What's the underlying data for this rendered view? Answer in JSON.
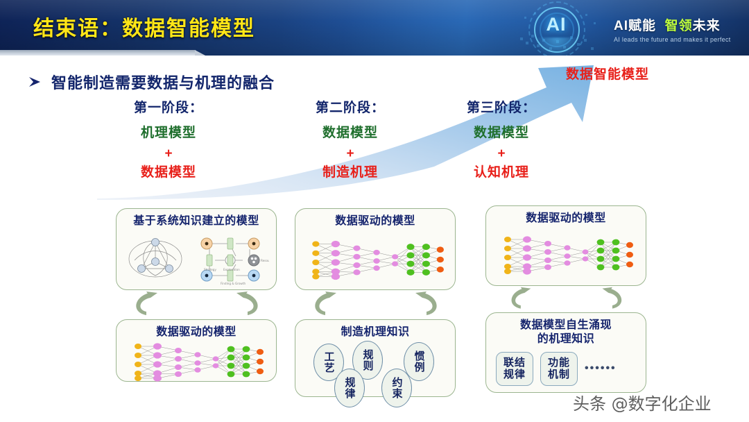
{
  "header": {
    "title": "结束语：数据智能模型",
    "brand_slogan_cn_1": "AI",
    "brand_slogan_cn_2": "赋能",
    "brand_slogan_cn_3": "智领",
    "brand_slogan_cn_4": "未来",
    "brand_slogan_en": "AI leads the future and makes it perfect",
    "ai_badge": "AI",
    "title_color": "#ffe617",
    "bar_color": "#143268"
  },
  "bullet": {
    "icon": "chevron-right-bullet-icon",
    "text": "智能制造需要数据与机理的融合"
  },
  "peak": {
    "label": "数据智能模型",
    "color": "#e8201a"
  },
  "arrow": {
    "name": "growth-arrow",
    "color": "#7fb2e0"
  },
  "stages": [
    {
      "title": "第一阶段：",
      "top": "机理模型",
      "plus": "+",
      "bottom": "数据模型"
    },
    {
      "title": "第二阶段：",
      "top": "数据模型",
      "plus": "+",
      "bottom": "制造机理"
    },
    {
      "title": "第三阶段：",
      "top": "数据模型",
      "plus": "+",
      "bottom": "认知机理"
    }
  ],
  "columns": [
    {
      "top_card": {
        "title": "基于系统知识建立的模型",
        "figure": "system-knowledge-graph-figure"
      },
      "cycle_icon": "cycle-arrows-icon",
      "bottom_card": {
        "title": "数据驱动的模型",
        "figure": "neural-network-figure"
      }
    },
    {
      "top_card": {
        "title": "数据驱动的模型",
        "figure": "neural-network-figure"
      },
      "cycle_icon": "cycle-arrows-icon",
      "bottom_card": {
        "title": "制造机理知识",
        "figure": "knowledge-ellipses-figure",
        "items": [
          "工艺",
          "规则",
          "惯例",
          "规律",
          "约束"
        ]
      }
    },
    {
      "top_card": {
        "title": "数据驱动的模型",
        "figure": "neural-network-figure"
      },
      "cycle_icon": "cycle-arrows-icon",
      "bottom_card": {
        "title_line1": "数据模型自生涌现",
        "title_line2": "的机理知识",
        "figure": "emergent-knowledge-boxes-figure",
        "boxes": [
          {
            "line1": "联结",
            "line2": "规律"
          },
          {
            "line1": "功能",
            "line2": "机制"
          }
        ],
        "ellipsis": "••••••"
      }
    }
  ],
  "watermark": {
    "text": "头条 @数字化企业"
  },
  "palette": {
    "nn_input": "#f0b419",
    "nn_hidden_pink": "#e38ce0",
    "nn_hidden_green": "#4fc020",
    "nn_output": "#ef5d12",
    "card_border": "#9bb58f",
    "cycle_arrow": "#9aae8e"
  }
}
